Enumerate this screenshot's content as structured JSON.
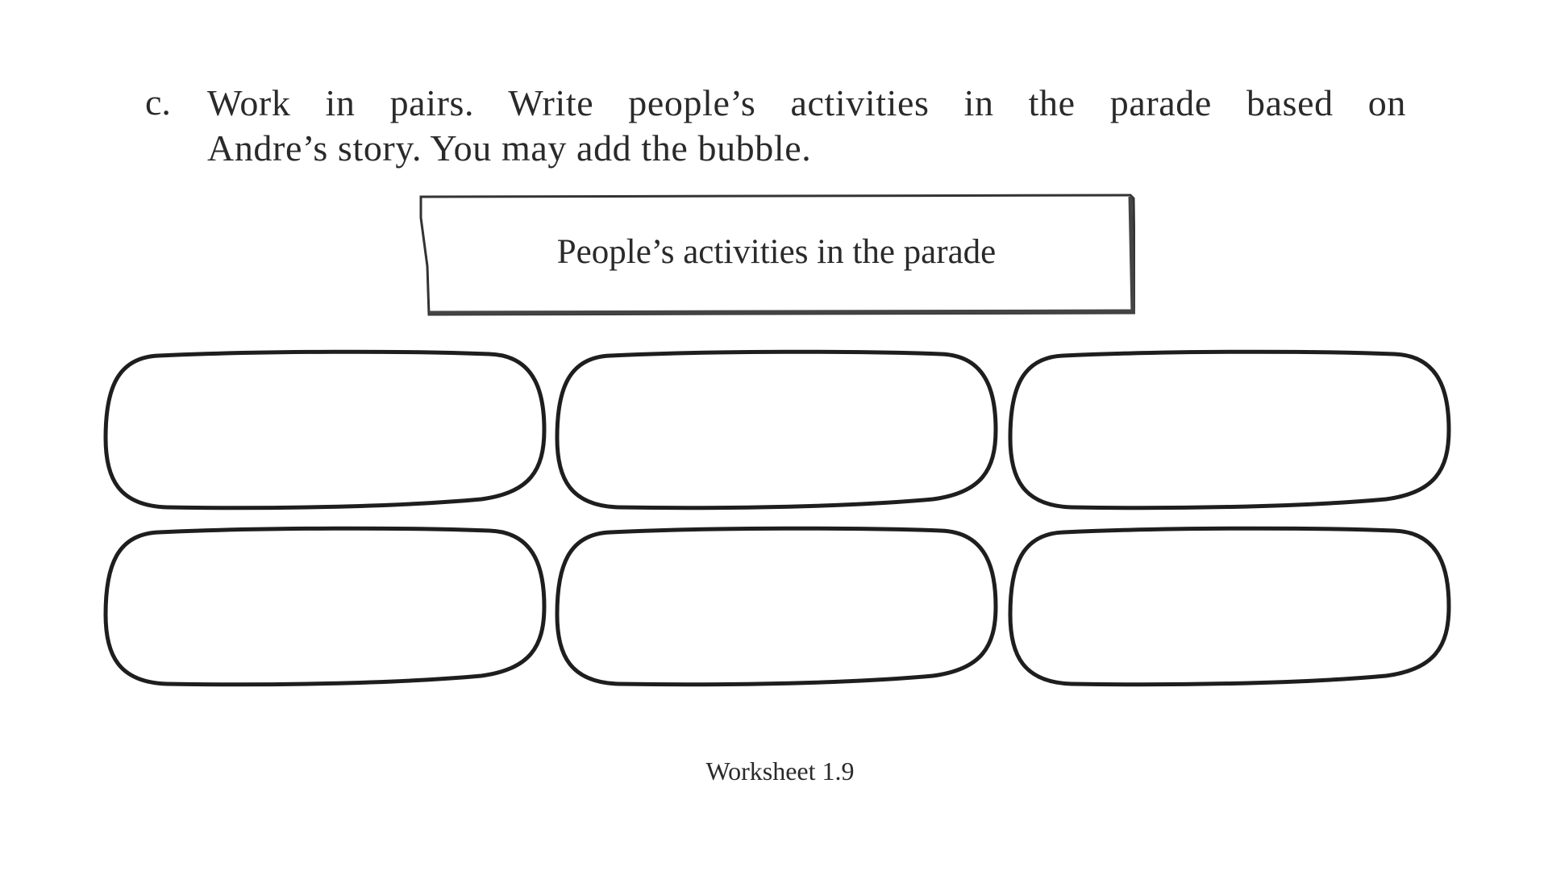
{
  "exercise": {
    "label": "c.",
    "instruction_line1": "Work in pairs. Write people’s activities in the parade based on",
    "instruction_line2": "Andre’s story. You may add the bubble."
  },
  "title_box": {
    "text": "People’s activities in the parade"
  },
  "bubbles": [
    {
      "text": ""
    },
    {
      "text": ""
    },
    {
      "text": ""
    },
    {
      "text": ""
    },
    {
      "text": ""
    },
    {
      "text": ""
    }
  ],
  "footer": {
    "caption": "Worksheet 1.9"
  }
}
